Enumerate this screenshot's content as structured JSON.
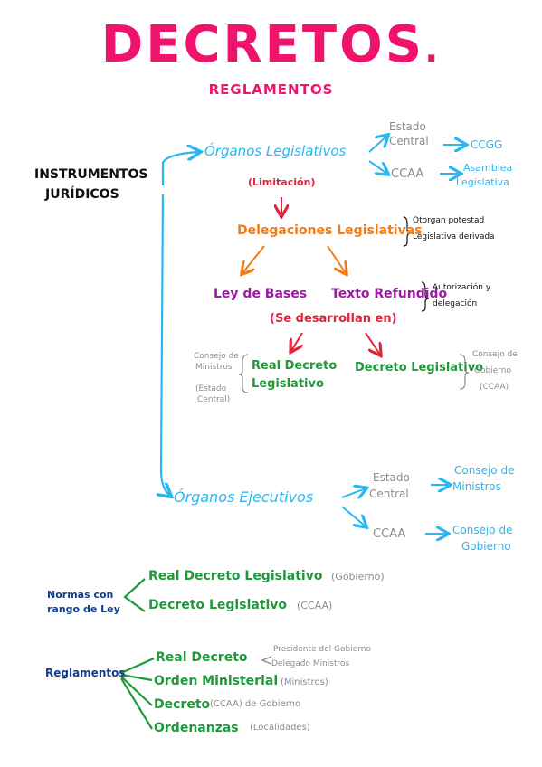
{
  "title": "DECRETOS",
  "subtitle": "REGLAMENTOS",
  "root": {
    "line1": "INSTRUMENTOS",
    "line2": "JURÍDICOS"
  },
  "legislativos": {
    "label": "Órganos Legislativos",
    "estado_central": {
      "line1": "Estado",
      "line2": "Central"
    },
    "ccgg": "CCGG",
    "ccaa": "CCAA",
    "asamblea": {
      "line1": "Asamblea",
      "line2": "Legislativa"
    },
    "limitacion": "(Limitación)",
    "delegacion": "Delegaciones Legislativas",
    "delegacion_note": {
      "line1": "Otorgan potestad",
      "line2": "Legislativa derivada"
    },
    "ley_bases": "Ley de Bases",
    "texto_refundido": "Texto Refundido",
    "texto_note": {
      "line1": "Autorización y",
      "line2": "delegación"
    },
    "desarrollan": "(Se desarrollan en)",
    "consejo_ministros_note": {
      "line1": "Consejo de",
      "line2": "Ministros",
      "line3": "(Estado",
      "line4": "Central)"
    },
    "real_decreto_leg": {
      "line1": "Real Decreto",
      "line2": "Legislativo"
    },
    "decreto_leg": "Decreto Legislativo",
    "consejo_gobierno_note": {
      "line1": "Consejo de",
      "line2": "Gobierno",
      "line3": "(CCAA)"
    }
  },
  "ejecutivos": {
    "label": "Órganos Ejecutivos",
    "estado_central": {
      "line1": "Estado",
      "line2": "Central"
    },
    "consejo_ministros": {
      "line1": "Consejo de",
      "line2": "Ministros"
    },
    "ccaa": "CCAA",
    "consejo_gobierno": {
      "line1": "Consejo de",
      "line2": "Gobierno"
    }
  },
  "normas": {
    "label": {
      "line1": "Normas con",
      "line2": "rango de Ley"
    },
    "items": [
      {
        "name": "Real Decreto Legislativo",
        "note": "(Gobierno)"
      },
      {
        "name": "Decreto Legislativo",
        "note": "(CCAA)"
      }
    ]
  },
  "reglamentos": {
    "label": "Reglamentos",
    "items": [
      {
        "name": "Real Decreto",
        "note": ""
      },
      {
        "name": "Orden Ministerial",
        "note": "(Ministros)"
      },
      {
        "name": "Decreto",
        "note": "(CCAA) de Gobierno"
      },
      {
        "name": "Ordenanzas",
        "note": "(Localidades)"
      }
    ],
    "real_decreto_note": {
      "line1": "Presidente del Gobierno",
      "line2": "Delegado Ministros"
    }
  },
  "colors": {
    "title": "#f0136c",
    "cyan": "#2ab6f0",
    "grey": "#8c8c8c",
    "red": "#e0243b",
    "orange": "#f27b17",
    "purple": "#9b1aa0",
    "green": "#1e9a3a",
    "navy": "#123d8c"
  }
}
